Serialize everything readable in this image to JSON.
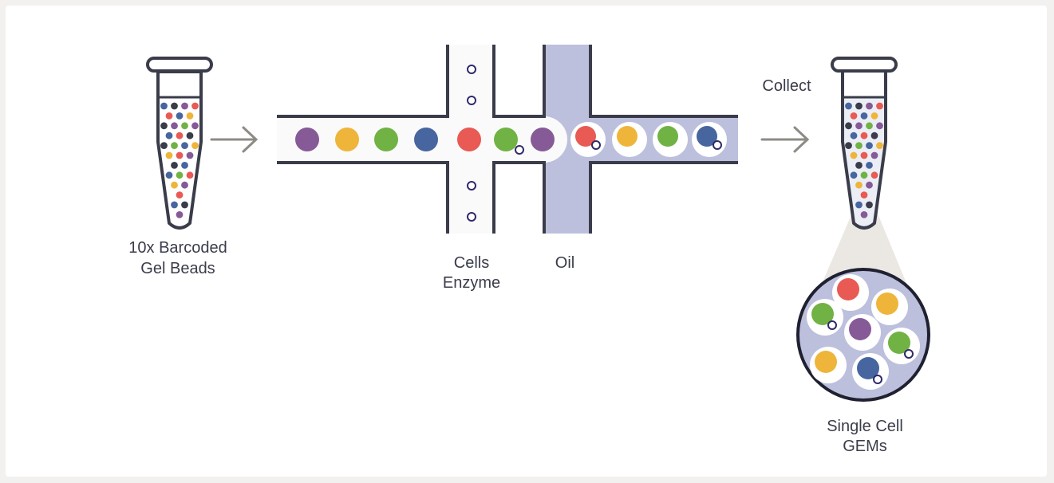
{
  "labels": {
    "gel_beads_line1": "10x Barcoded",
    "gel_beads_line2": "Gel Beads",
    "cells_line1": "Cells",
    "cells_line2": "Enzyme",
    "oil": "Oil",
    "collect": "Collect",
    "gems_line1": "Single Cell",
    "gems_line2": "GEMs"
  },
  "colors": {
    "purple": "#865a97",
    "yellow": "#eeb53a",
    "green": "#70b244",
    "blue": "#47659f",
    "red": "#e85a53",
    "dark": "#3a3c4a",
    "oil": "#bcc0dd",
    "channel": "#fbfafb",
    "cell_ring": "#2e2a6a",
    "arrow": "#8e8a85",
    "cone": "#ebe8e4"
  },
  "channel_beads": [
    "purple",
    "yellow",
    "green",
    "blue",
    "red",
    "green",
    "purple"
  ],
  "gem_beads": [
    {
      "color": "red",
      "cell": true
    },
    {
      "color": "yellow",
      "cell": false
    },
    {
      "color": "green",
      "cell": false
    },
    {
      "color": "blue",
      "cell": true
    }
  ],
  "tube_bead_rows": [
    [
      "blue",
      "dark",
      "purple",
      "red"
    ],
    [
      "red",
      "blue",
      "yellow"
    ],
    [
      "dark",
      "purple",
      "green",
      "purple"
    ],
    [
      "blue",
      "red",
      "dark"
    ],
    [
      "dark",
      "green",
      "blue",
      "yellow"
    ],
    [
      "yellow",
      "red",
      "purple"
    ],
    [
      "dark",
      "blue"
    ],
    [
      "blue",
      "green",
      "red"
    ],
    [
      "yellow",
      "purple"
    ],
    [
      "red"
    ],
    [
      "blue",
      "dark"
    ],
    [
      "purple"
    ]
  ],
  "zoom_gems": [
    {
      "color": "red",
      "cell": false
    },
    {
      "color": "yellow",
      "cell": false
    },
    {
      "color": "green",
      "cell": true
    },
    {
      "color": "purple",
      "cell": false
    },
    {
      "color": "green",
      "cell": true
    },
    {
      "color": "yellow",
      "cell": false
    },
    {
      "color": "blue",
      "cell": true
    }
  ]
}
